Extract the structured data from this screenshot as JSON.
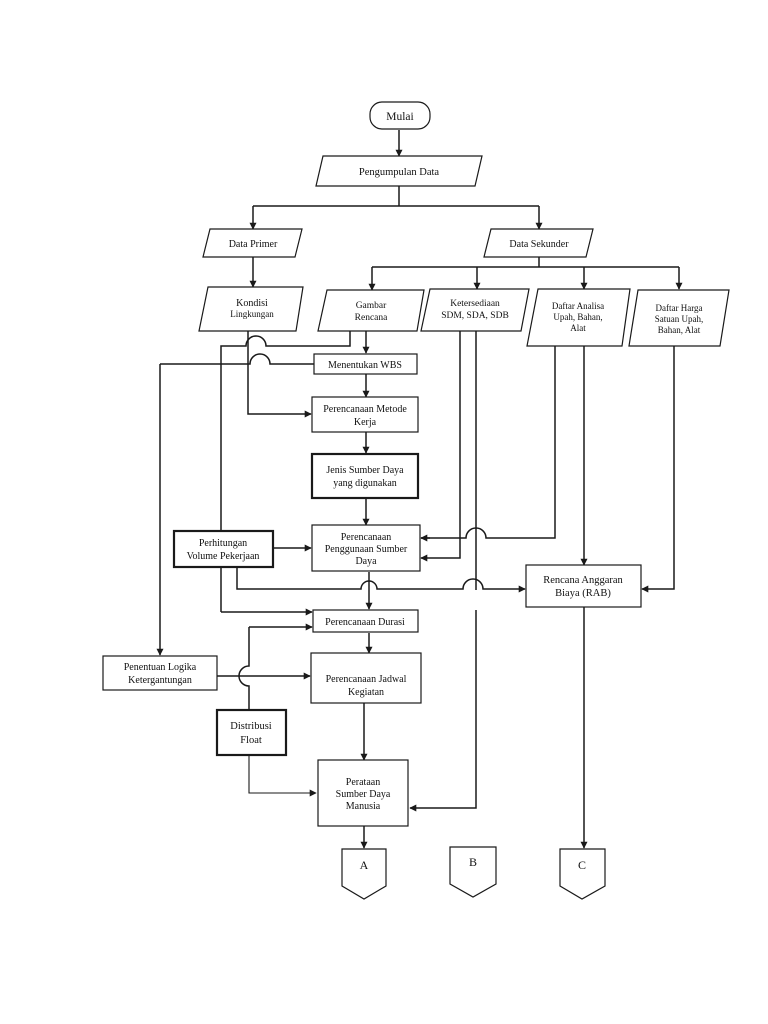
{
  "nodes": {
    "mulai": "Mulai",
    "pengumpulan_data": "Pengumpulan  Data",
    "data_primer": "Data Primer",
    "data_sekunder": "Data Sekunder",
    "kondisi_lingkungan": [
      "Kondisi",
      "Lingkungan"
    ],
    "gambar_rencana": [
      "Gambar",
      "Rencana"
    ],
    "ketersediaan": [
      "Ketersediaan",
      "SDM, SDA, SDB"
    ],
    "daftar_analisa": [
      "Daftar Analisa",
      "Upah, Bahan,",
      "Alat"
    ],
    "daftar_harga": [
      "Daftar Harga",
      "Satuan Upah,",
      "Bahan, Alat"
    ],
    "menentukan_wbs": "Menentukan WBS",
    "perencanaan_metode": [
      "Perencanaan Metode",
      "Kerja"
    ],
    "jenis_sumber_daya": [
      "Jenis Sumber Daya",
      "yang digunakan"
    ],
    "perhitungan_volume": [
      "Perhitungan",
      "Volume Pekerjaan"
    ],
    "perencanaan_penggunaan": [
      "Perencanaan",
      "Penggunaan Sumber",
      "Daya"
    ],
    "rencana_anggaran": [
      "Rencana Anggaran",
      "Biaya (RAB)"
    ],
    "perencanaan_durasi": "Perencanaan Durasi",
    "penentuan_logika": [
      "Penentuan Logika",
      "Ketergantungan"
    ],
    "perencanaan_jadwal": [
      "Perencanaan Jadwal",
      "Kegiatan"
    ],
    "distribusi_float": [
      "Distribusi",
      "Float"
    ],
    "perataan": [
      "Perataan",
      "Sumber Daya",
      "Manusia"
    ],
    "connector_a": "A",
    "connector_b": "B",
    "connector_c": "C"
  }
}
